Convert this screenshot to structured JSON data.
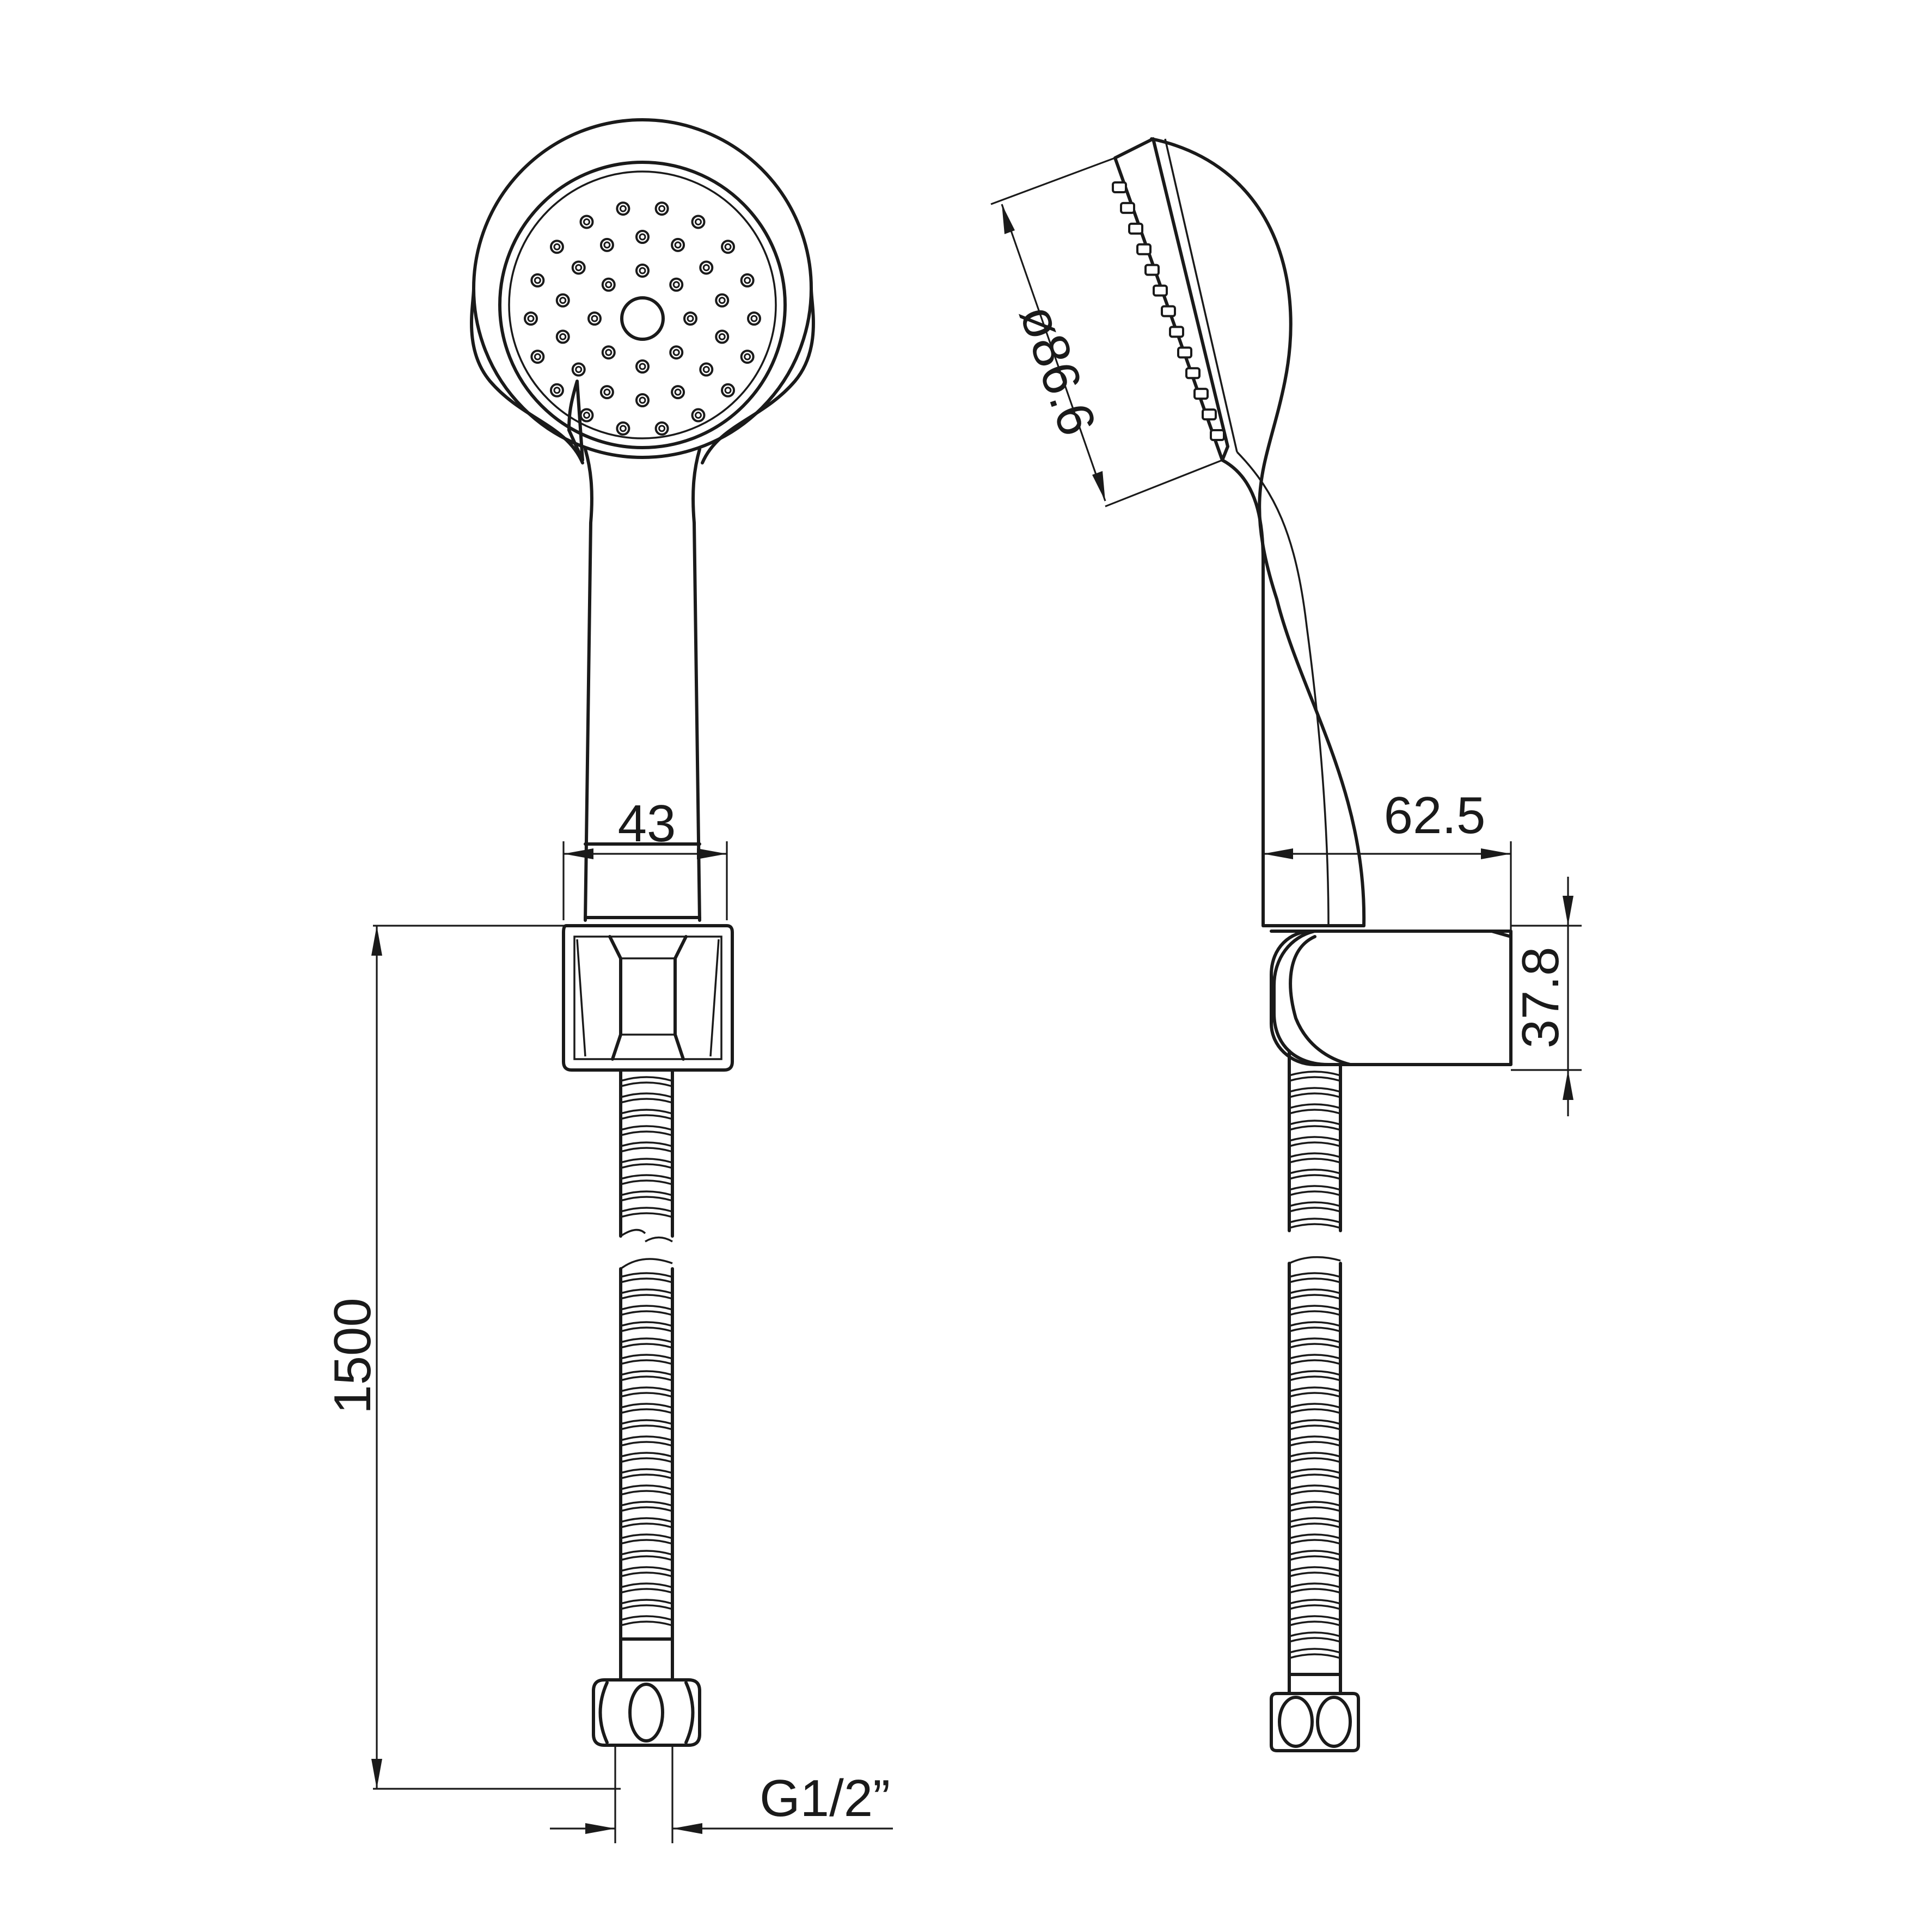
{
  "dimensions": {
    "handle_width": "43",
    "hose_length": "1500",
    "connector_thread": "G1/2”",
    "head_diameter": "ø86.6",
    "side_depth": "62.5",
    "bracket_height": "37.8"
  }
}
